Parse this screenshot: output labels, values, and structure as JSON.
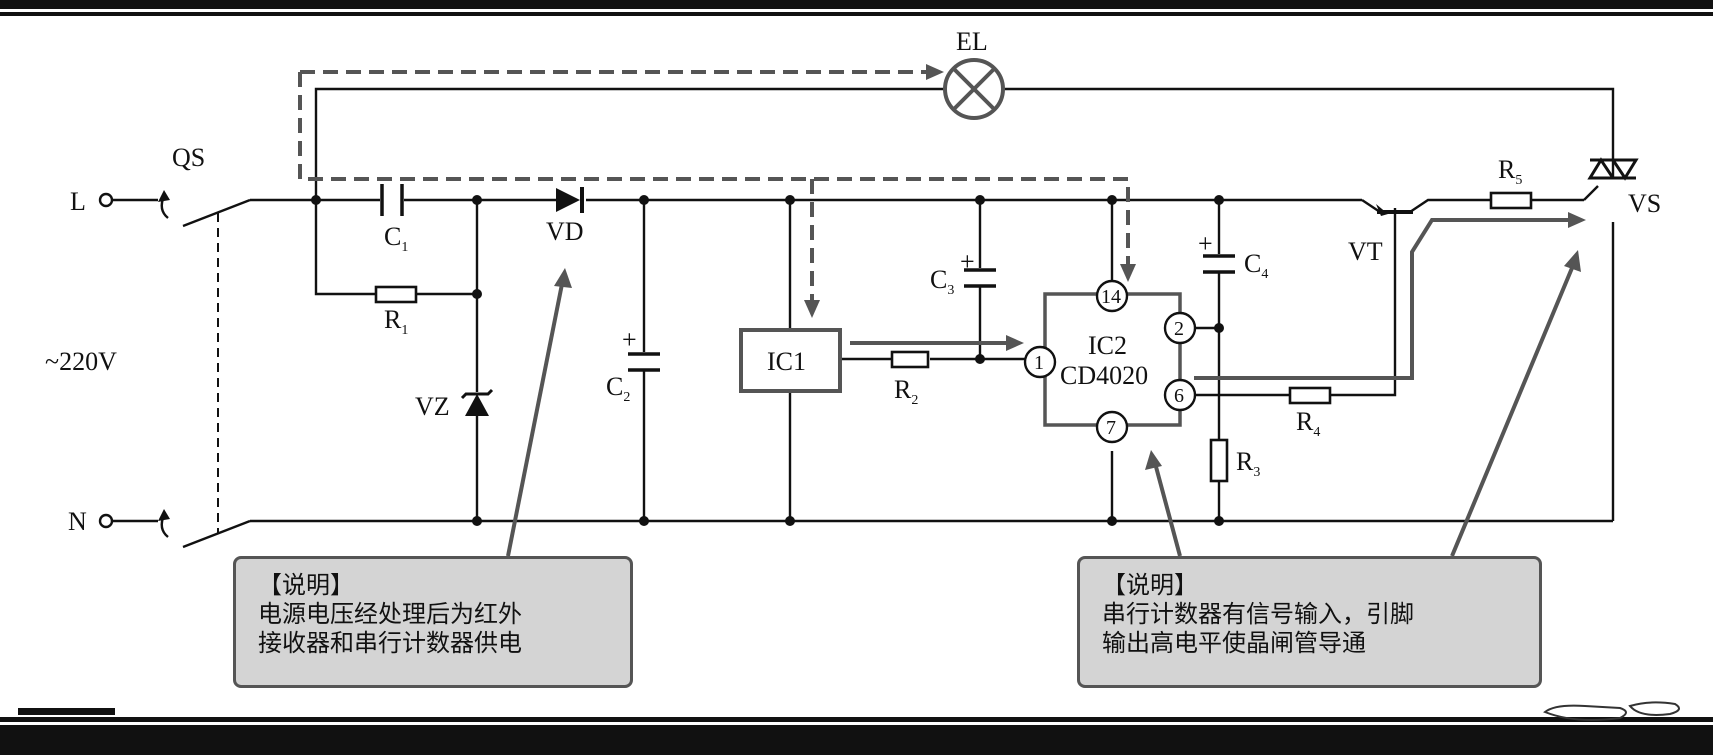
{
  "labels": {
    "L": "L",
    "N": "N",
    "QS": "QS",
    "voltage": "~220V",
    "EL": "EL",
    "C1": "C",
    "C1_sub": "1",
    "R1": "R",
    "R1_sub": "1",
    "VZ": "VZ",
    "VD": "VD",
    "C2": "C",
    "C2_sub": "2",
    "IC1": "IC1",
    "R2": "R",
    "R2_sub": "2",
    "C3": "C",
    "C3_sub": "3",
    "IC2": "IC2",
    "CD4020": "CD4020",
    "pin14": "14",
    "pin1": "1",
    "pin2": "2",
    "pin6": "6",
    "pin7": "7",
    "C4": "C",
    "C4_sub": "4",
    "R3": "R",
    "R3_sub": "3",
    "R4": "R",
    "R4_sub": "4",
    "VT": "VT",
    "R5": "R",
    "R5_sub": "5",
    "VS": "VS",
    "plus": "+"
  },
  "notes": {
    "left": {
      "title": "【说明】",
      "line1": "电源电压经处理后为红外",
      "line2": "接收器和串行计数器供电"
    },
    "right": {
      "title": "【说明】",
      "line1": "串行计数器有信号输入，引脚",
      "line2": "输出高电平使晶闸管导通"
    }
  },
  "colors": {
    "wire": "#111111",
    "arrow": "#555555",
    "note_bg": "#d4d4d4"
  }
}
